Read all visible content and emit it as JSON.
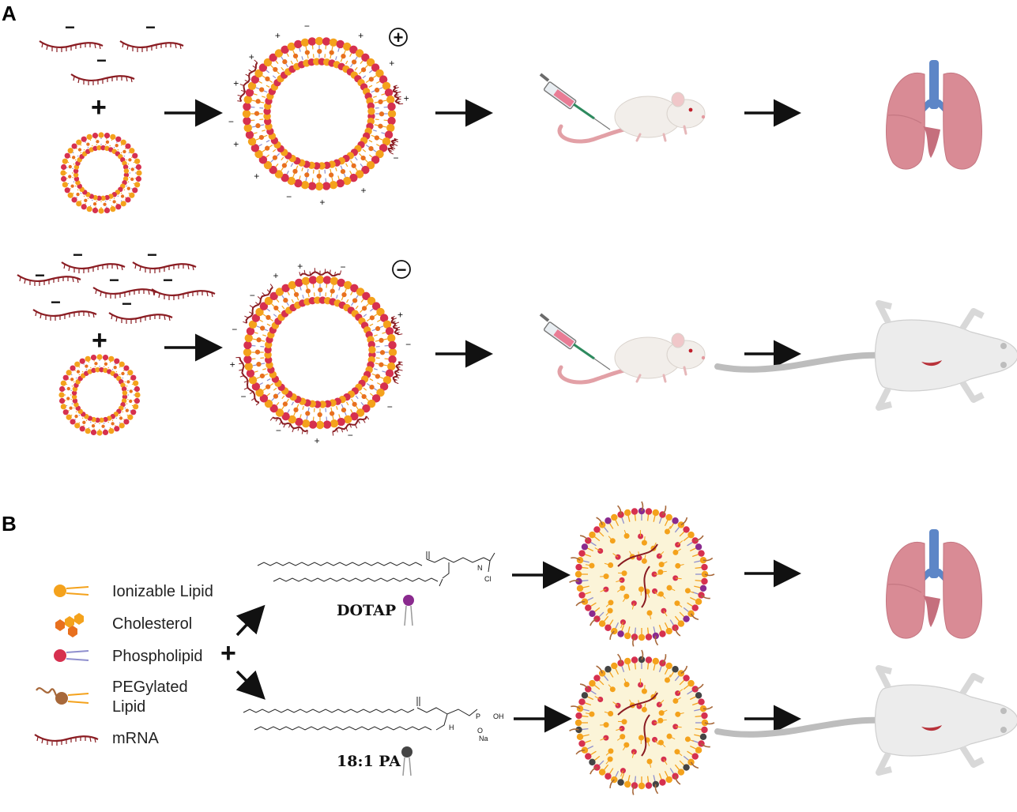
{
  "panels": {
    "a": "A",
    "b": "B"
  },
  "charge": {
    "positive": "+",
    "negative": "−"
  },
  "legend": {
    "ionizable": "Ionizable Lipid",
    "cholesterol": "Cholesterol",
    "phospholipid": "Phospholipid",
    "peg_line1": "PEGylated",
    "peg_line2": "Lipid",
    "mrna": "mRNA"
  },
  "chemicals": {
    "dotap": "DOTAP",
    "pa": "18:1 PA",
    "dotap_n": "N",
    "dotap_cl": "Cl",
    "pa_p": "P",
    "pa_oh": "OH",
    "pa_na": "Na",
    "pa_o": "O",
    "pa_h": "H"
  },
  "colors": {
    "ionizable": "#f4a21c",
    "phospholipid_head": "#d6304f",
    "tail": "#8f8fce",
    "mrna": "#8a1c22",
    "lung": "#d98b95",
    "trachea": "#5d86c7",
    "dotap": "#8a2a8e",
    "pa": "#444444",
    "peg": "#a7683a"
  },
  "icons": [
    "syringe-icon",
    "mouse-icon",
    "lungs-icon",
    "dissected-mouse-icon",
    "arrow-icon"
  ]
}
